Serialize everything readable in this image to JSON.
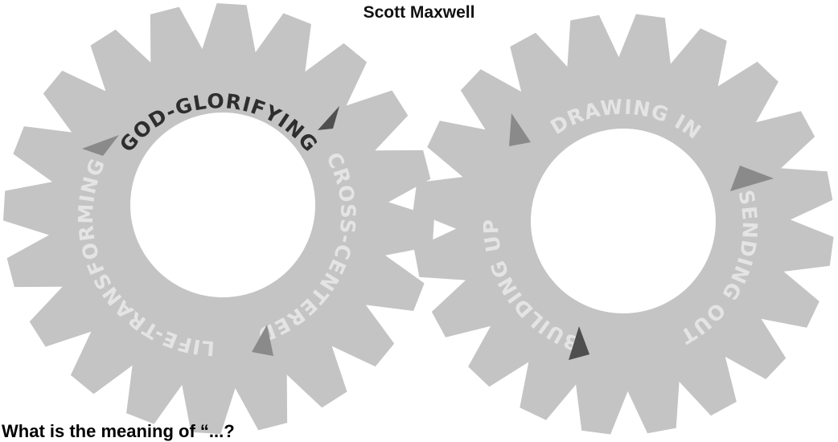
{
  "title": "Scott Maxwell",
  "bottom_text": "What is the meaning of “...?",
  "colors": {
    "gear": "#c4c4c4",
    "hub": "#ffffff",
    "label": "#e4e4e4",
    "label_highlight": "#2e2e2e",
    "arrow": "#8a8a8a",
    "arrow_dark": "#4f4f4f"
  },
  "left_gear": {
    "labels": {
      "top": "GOD-GLORIFYING",
      "right": "CROSS-CENTERED",
      "left": "LIFE-TRANSFORMING"
    },
    "highlighted": "top"
  },
  "right_gear": {
    "labels": {
      "top": "DRAWING IN",
      "right": "SENDING OUT",
      "left": "BUILDING UP"
    }
  }
}
